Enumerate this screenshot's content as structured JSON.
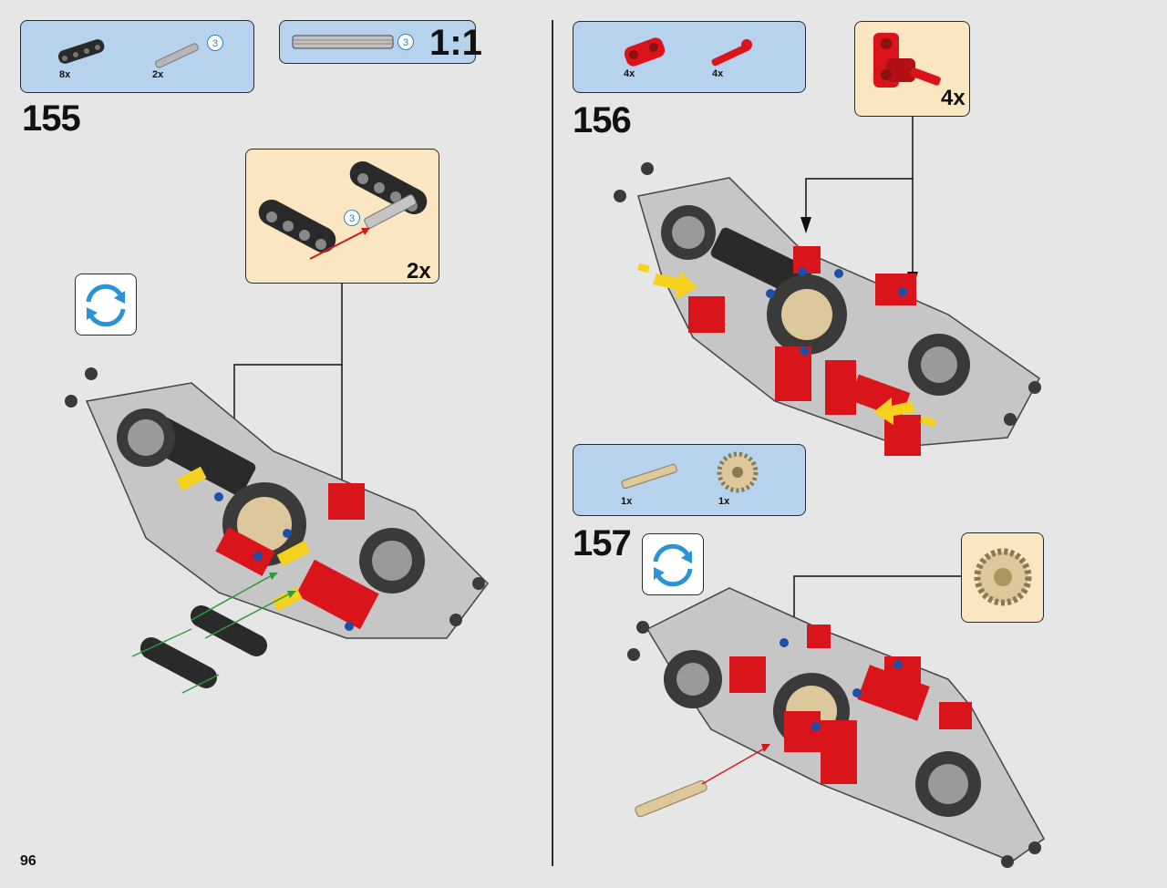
{
  "page_number": "96",
  "steps": [
    {
      "number": "155",
      "parts": [
        {
          "qty": "8x"
        },
        {
          "qty": "2x",
          "length_badge": "3"
        }
      ],
      "scale_box": {
        "length_badge": "3",
        "label": "1:1"
      },
      "subassembly": {
        "multiplier": "2x",
        "length_badge": "3"
      },
      "rotate_icon": "rotate-icon"
    },
    {
      "number": "156",
      "parts": [
        {
          "qty": "4x"
        },
        {
          "qty": "4x"
        }
      ],
      "subassembly": {
        "multiplier": "4x"
      }
    },
    {
      "number": "157",
      "parts": [
        {
          "qty": "1x"
        },
        {
          "qty": "1x"
        }
      ],
      "rotate_icon": "rotate-icon"
    }
  ],
  "colors": {
    "parts_list_bg": "#b7d2ec",
    "subassembly_bg": "#fbe6c2",
    "page_bg": "#e6e6e6",
    "technic_red": "#d9151b",
    "technic_gray": "#b9b9b9",
    "technic_yellow": "#f5d21d",
    "technic_tan": "#dcc89a",
    "connector_blue": "#1e4fa8"
  }
}
